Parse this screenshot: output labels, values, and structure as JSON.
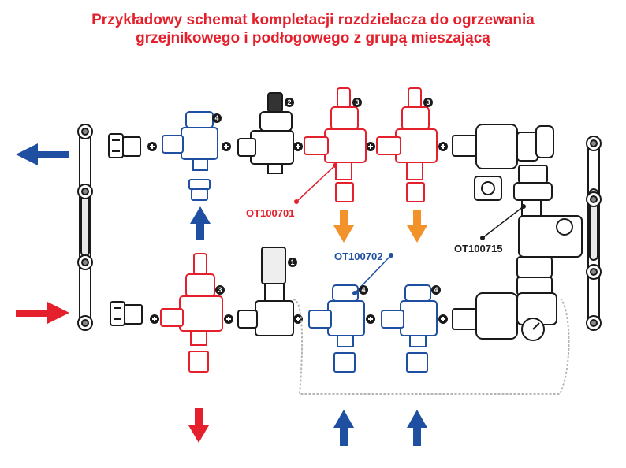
{
  "title": {
    "line1": "Przykładowy schemat kompletacji rozdzielacza do ogrzewania",
    "line2": "grzejnikowego i podłogowego z grupą mieszającą"
  },
  "callouts": {
    "ot100701": "OT100701",
    "ot100702": "OT100702",
    "ot100715": "OT100715"
  },
  "badges": {
    "b1": "1",
    "b2": "2",
    "b3a": "3",
    "b3b": "3",
    "b3c": "3",
    "b4a": "4",
    "b4b": "4",
    "b4c": "4"
  },
  "colors": {
    "red": "#e4202c",
    "blue": "#1f4fa0",
    "orange": "#f2922a",
    "dark": "#1a1a1a",
    "grey": "#b5b5b5"
  }
}
